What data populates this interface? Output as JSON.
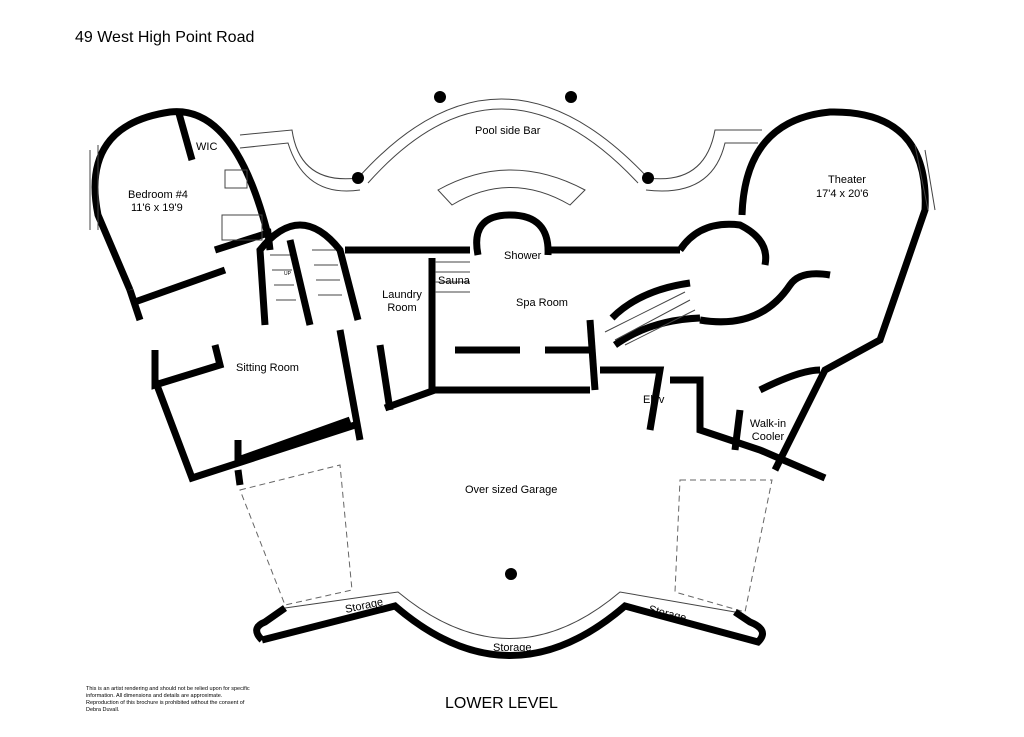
{
  "title": "49 West High Point Road",
  "level": "LOWER LEVEL",
  "disclaimer": "This is an artist rendering and should not be relied upon for specific information. All dimensions and details are approximate. Reproduction of this brochure is prohibited without the consent of Debra Duvall.",
  "rooms": {
    "pool_bar": "Pool side Bar",
    "wic": "WIC",
    "bedroom": "Bedroom #4",
    "bedroom_dim": "11'6 x 19'9",
    "theater": "Theater",
    "theater_dim": "17'4 x 20'6",
    "shower": "Shower",
    "sauna": "Sauna",
    "laundry": "Laundry Room",
    "spa": "Spa Room",
    "sitting": "Sitting Room",
    "elev": "Elev",
    "cooler": "Walk-in Cooler",
    "garage": "Over sized Garage",
    "storage_left": "Storage",
    "storage_center": "Storage",
    "storage_right": "Storage"
  },
  "stairs": {
    "up_label": "UP"
  }
}
